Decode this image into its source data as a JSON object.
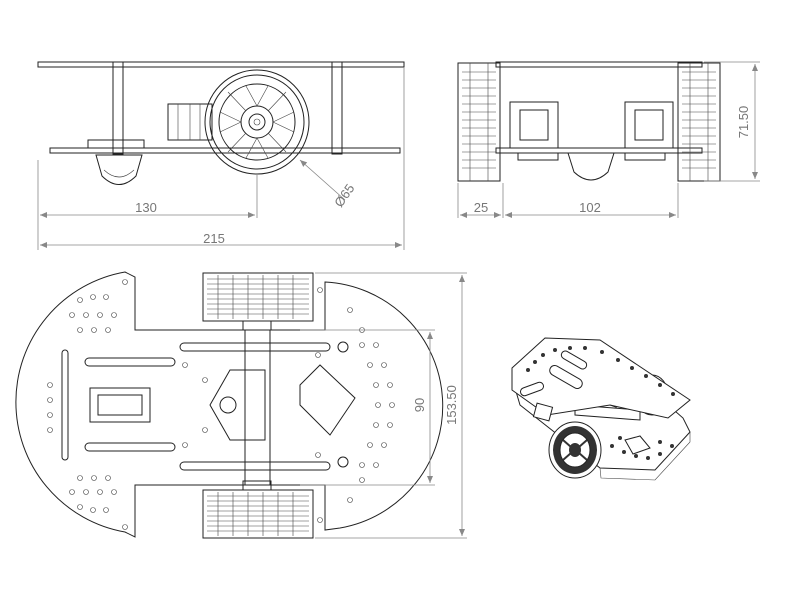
{
  "dimensions": {
    "side_length": "130",
    "overall_length": "215",
    "wheel_diameter": "Ø65",
    "wheel_width": "25",
    "track_width": "102",
    "height": "71.50",
    "motor_spacing": "90",
    "overall_width": "153.50"
  }
}
